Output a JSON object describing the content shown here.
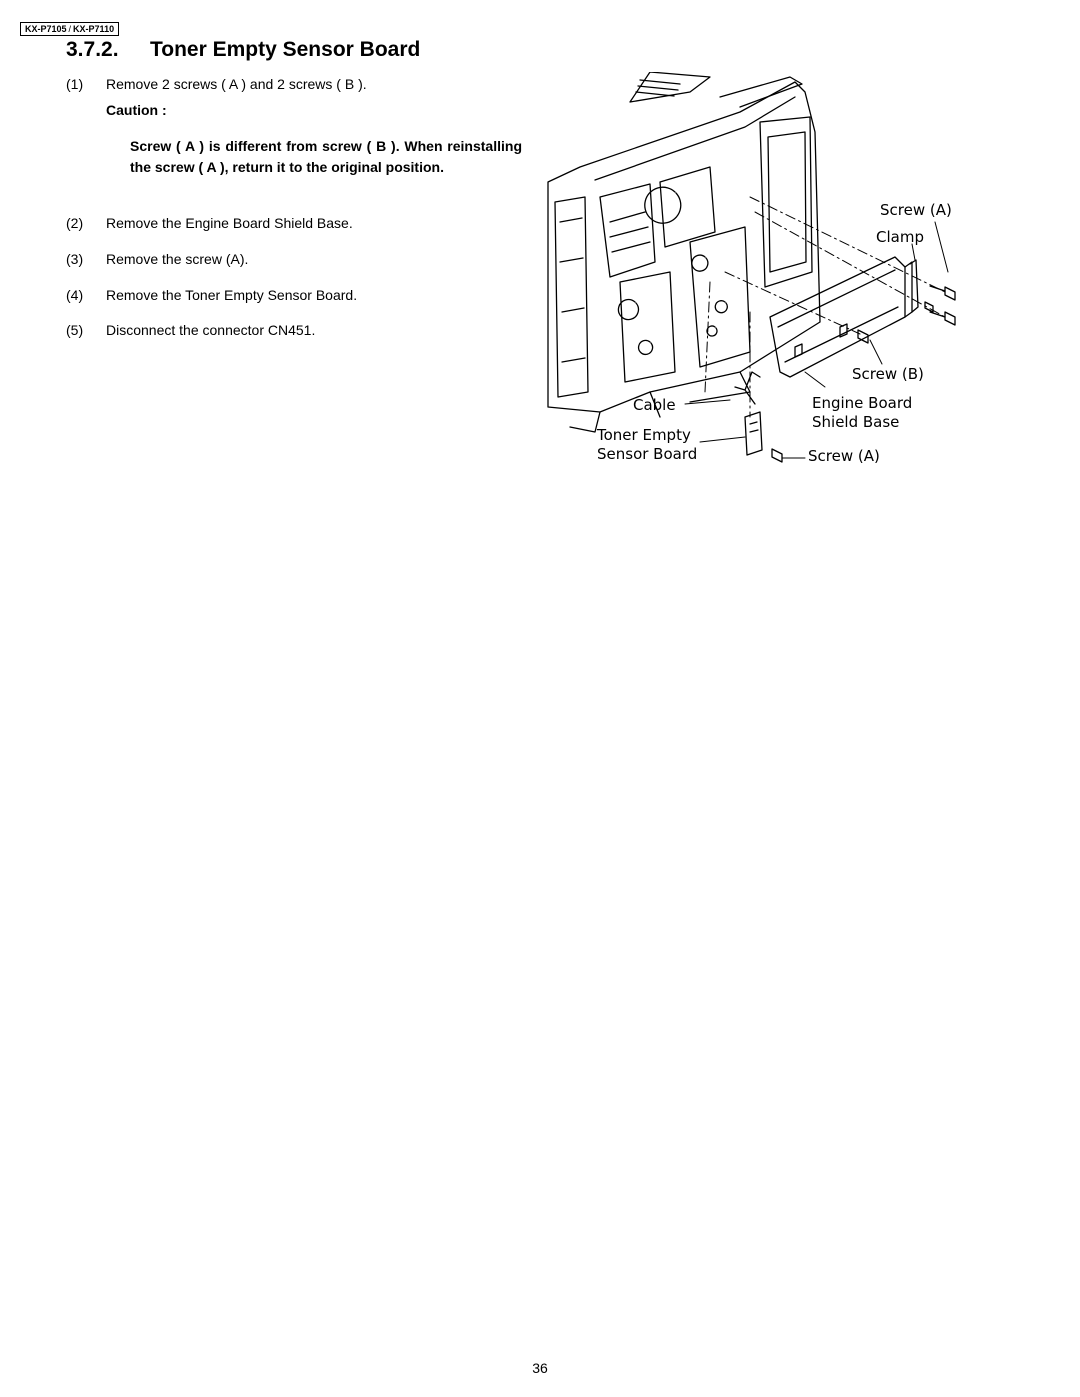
{
  "header": {
    "model_a": "KX-P7105",
    "separator": "/",
    "model_b": "KX-P7110"
  },
  "section": {
    "number": "3.7.2.",
    "title": "Toner Empty Sensor Board"
  },
  "steps": [
    {
      "num": "(1)",
      "text": "Remove 2 screws ( A ) and 2 screws ( B )."
    },
    {
      "num": "(2)",
      "text": "Remove the Engine Board Shield Base."
    },
    {
      "num": "(3)",
      "text": "Remove the screw (A)."
    },
    {
      "num": "(4)",
      "text": "Remove the Toner Empty Sensor Board."
    },
    {
      "num": "(5)",
      "text": "Disconnect the connector CN451."
    }
  ],
  "caution": {
    "label": "Caution :",
    "text": "Screw ( A ) is different from screw ( B ). When reinstalling the screw ( A ), return it to the original position."
  },
  "figure_labels": {
    "screw_a_top": "Screw (A)",
    "clamp": "Clamp",
    "screw_b": "Screw (B)",
    "cable": "Cable",
    "engine_board_1": "Engine Board",
    "engine_board_2": "Shield Base",
    "toner_empty_1": "Toner Empty",
    "toner_empty_2": "Sensor Board",
    "screw_a_bottom": "Screw (A)"
  },
  "footer": {
    "page_number": "36"
  }
}
